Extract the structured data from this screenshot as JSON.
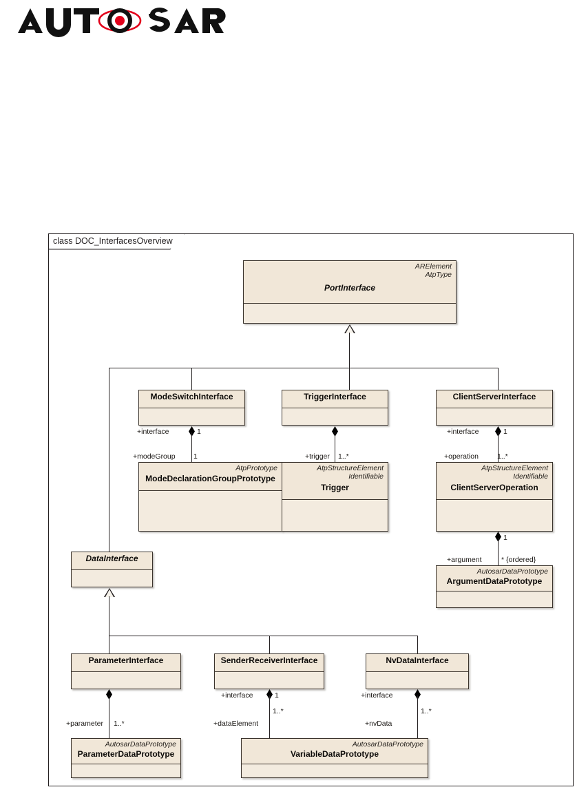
{
  "logo": {
    "text_part_1": "AUT",
    "text_part_2": "SAR",
    "accent_color": "#e2001a",
    "text_color": "#111111",
    "alt": "AUTOSAR"
  },
  "diagram": {
    "frame_label": "class DOC_InterfacesOverview",
    "background": "#ffffff",
    "class_fill": "#f1e7d8",
    "class_border": "#3a332c",
    "line_color": "#231f20",
    "classes": [
      {
        "id": "port-interface",
        "name": "PortInterface",
        "abstract": true,
        "stereotypes": [
          "ARElement",
          "AtpType"
        ]
      },
      {
        "id": "mode-switch-interface",
        "name": "ModeSwitchInterface",
        "abstract": false,
        "stereotypes": []
      },
      {
        "id": "trigger-interface",
        "name": "TriggerInterface",
        "abstract": false,
        "stereotypes": []
      },
      {
        "id": "client-server-interface",
        "name": "ClientServerInterface",
        "abstract": false,
        "stereotypes": []
      },
      {
        "id": "mode-declaration-group-prototype",
        "name": "ModeDeclarationGroupPrototype",
        "abstract": false,
        "stereotypes": [
          "AtpPrototype"
        ]
      },
      {
        "id": "trigger",
        "name": "Trigger",
        "abstract": false,
        "stereotypes": [
          "AtpStructureElement",
          "Identifiable"
        ]
      },
      {
        "id": "client-server-operation",
        "name": "ClientServerOperation",
        "abstract": false,
        "stereotypes": [
          "AtpStructureElement",
          "Identifiable"
        ]
      },
      {
        "id": "argument-data-prototype",
        "name": "ArgumentDataPrototype",
        "abstract": false,
        "stereotypes": [
          "AutosarDataPrototype"
        ]
      },
      {
        "id": "data-interface",
        "name": "DataInterface",
        "abstract": true,
        "stereotypes": []
      },
      {
        "id": "parameter-interface",
        "name": "ParameterInterface",
        "abstract": false,
        "stereotypes": []
      },
      {
        "id": "sender-receiver-interface",
        "name": "SenderReceiverInterface",
        "abstract": false,
        "stereotypes": []
      },
      {
        "id": "nv-data-interface",
        "name": "NvDataInterface",
        "abstract": false,
        "stereotypes": []
      },
      {
        "id": "parameter-data-prototype",
        "name": "ParameterDataPrototype",
        "abstract": false,
        "stereotypes": [
          "AutosarDataPrototype"
        ]
      },
      {
        "id": "variable-data-prototype",
        "name": "VariableDataPrototype",
        "abstract": false,
        "stereotypes": [
          "AutosarDataPrototype"
        ]
      }
    ],
    "generalizations": [
      {
        "id": "gen-port-interface",
        "parent": "PortInterface",
        "children": [
          "ModeSwitchInterface",
          "TriggerInterface",
          "ClientServerInterface",
          "DataInterface"
        ]
      },
      {
        "id": "gen-data-interface",
        "parent": "DataInterface",
        "children": [
          "ParameterInterface",
          "SenderReceiverInterface",
          "NvDataInterface"
        ]
      }
    ],
    "associations": [
      {
        "id": "assoc-modeswitch-modegroup",
        "from": "ModeSwitchInterface",
        "to": "ModeDeclarationGroupPrototype",
        "source_role": "+interface",
        "source_mult": "1",
        "target_role": "+modeGroup",
        "target_mult": "1"
      },
      {
        "id": "assoc-triggerinterface-trigger",
        "from": "TriggerInterface",
        "to": "Trigger",
        "source_role": "",
        "source_mult": "",
        "target_role": "+trigger",
        "target_mult": "1..*"
      },
      {
        "id": "assoc-clientserver-operation",
        "from": "ClientServerInterface",
        "to": "ClientServerOperation",
        "source_role": "+interface",
        "source_mult": "1",
        "target_role": "+operation",
        "target_mult": "1..*"
      },
      {
        "id": "assoc-operation-argument",
        "from": "ClientServerOperation",
        "to": "ArgumentDataPrototype",
        "source_role": "",
        "source_mult": "1",
        "target_role": "+argument",
        "target_mult": "* {ordered}"
      },
      {
        "id": "assoc-parameterinterface-parameter",
        "from": "ParameterInterface",
        "to": "ParameterDataPrototype",
        "source_role": "",
        "source_mult": "",
        "target_role": "+parameter",
        "target_mult": "1..*"
      },
      {
        "id": "assoc-senderreceiver-dataelement",
        "from": "SenderReceiverInterface",
        "to": "VariableDataPrototype",
        "source_role": "+interface",
        "source_mult": "1",
        "target_role": "+dataElement",
        "target_mult": "1..*"
      },
      {
        "id": "assoc-nvdata-nvdata",
        "from": "NvDataInterface",
        "to": "VariableDataPrototype",
        "source_role": "+interface",
        "source_mult": "",
        "target_role": "+nvData",
        "target_mult": "1..*"
      }
    ]
  }
}
